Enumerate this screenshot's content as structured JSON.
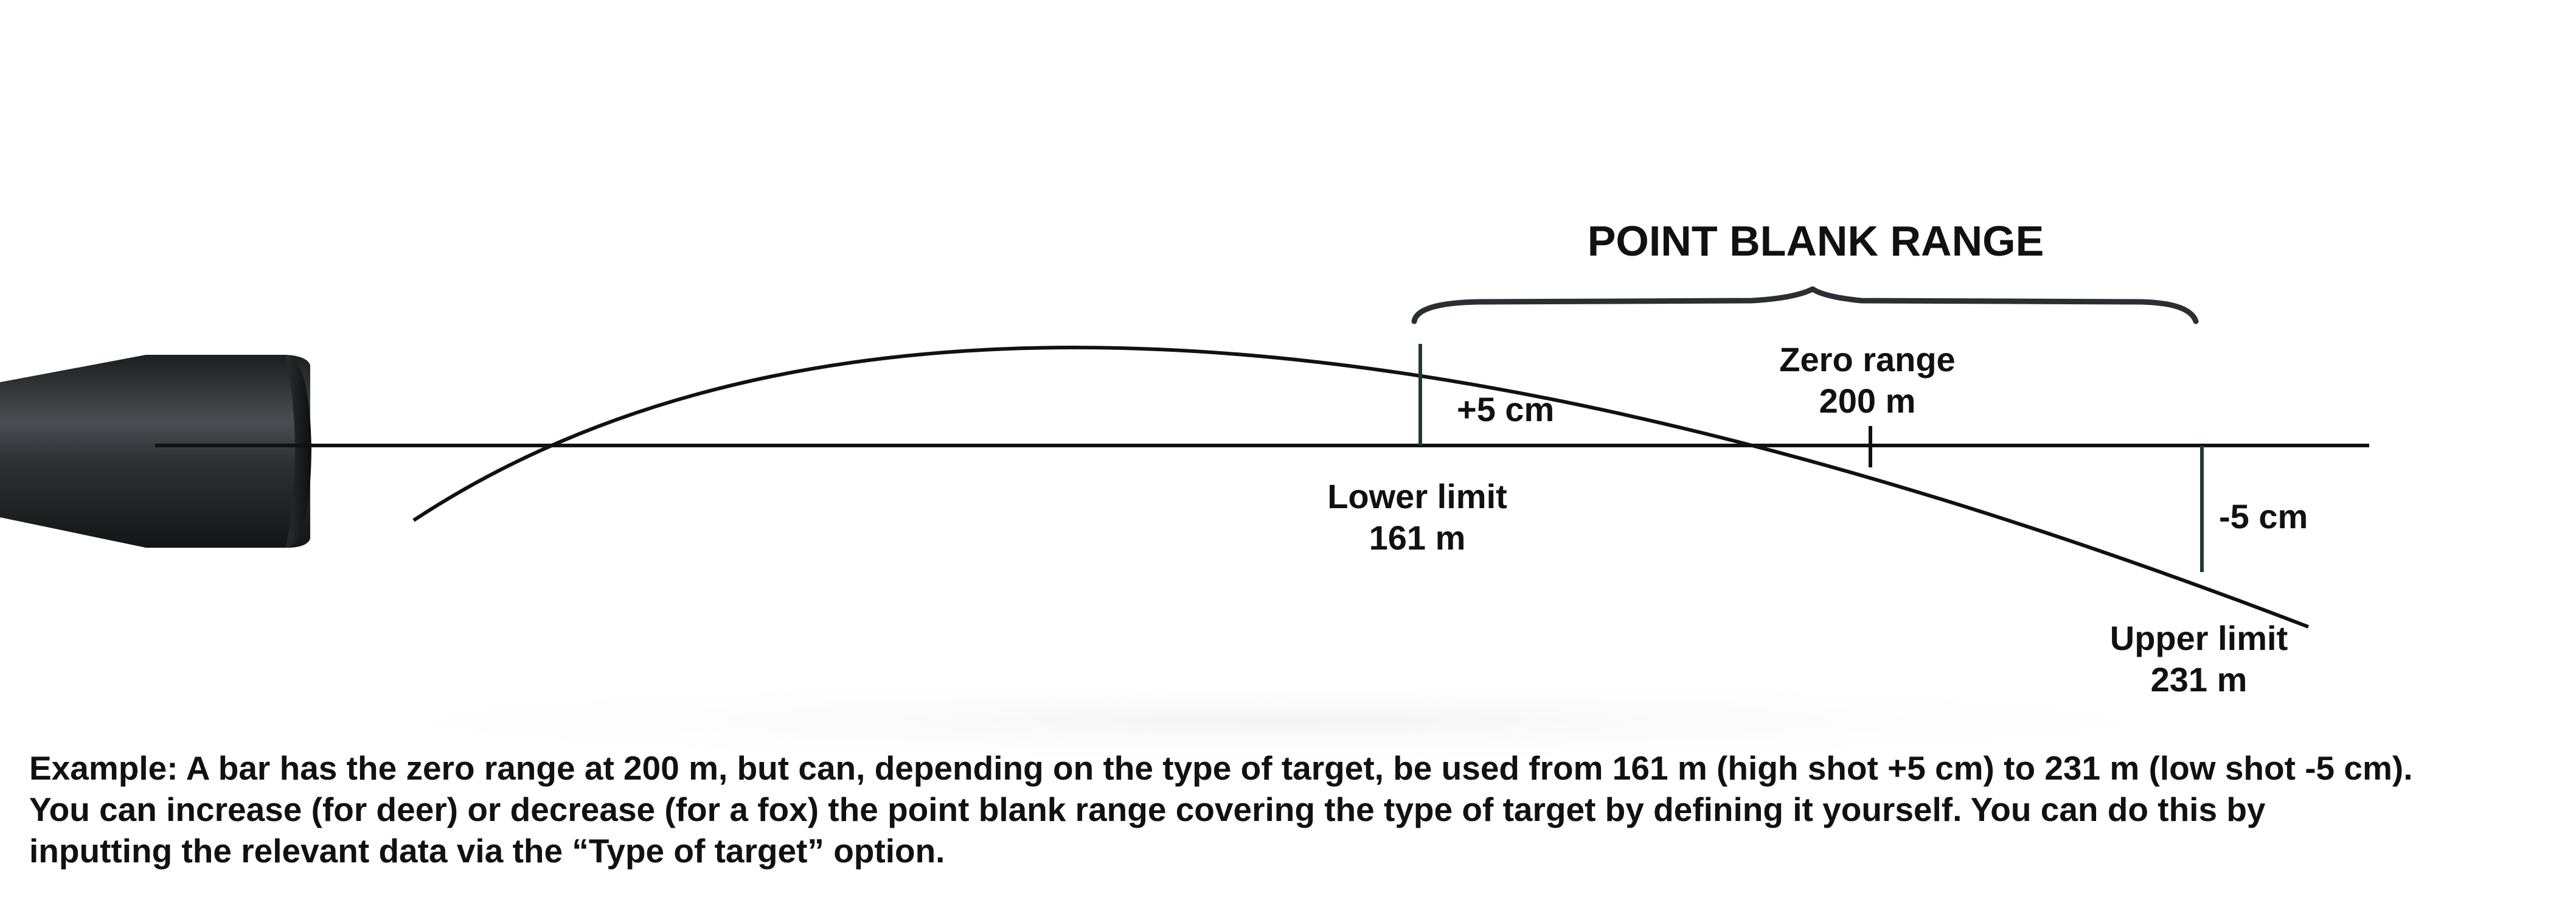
{
  "diagram": {
    "title": "POINT BLANK RANGE",
    "zero_range": {
      "label": "Zero range",
      "value": "200 m"
    },
    "lower_limit": {
      "label": "Lower limit",
      "value": "161 m",
      "offset": "+5 cm"
    },
    "upper_limit": {
      "label": "Upper limit",
      "value": "231 m",
      "offset": "-5 cm"
    }
  },
  "caption": {
    "lines": [
      "Example: A bar has the zero range at 200 m, but can, depending on the type of target, be used from 161 m (high shot +5 cm) to 231 m (low shot -5 cm).",
      "You can increase (for deer) or decrease (for a fox) the point blank range covering the type of target by defining it yourself. You can do this by",
      "inputting the relevant data via the “Type of target” option."
    ]
  },
  "colors": {
    "line": "#111111",
    "marker": "#1f3a35",
    "brace": "#2b2f33",
    "scope": "#2a2d30"
  }
}
